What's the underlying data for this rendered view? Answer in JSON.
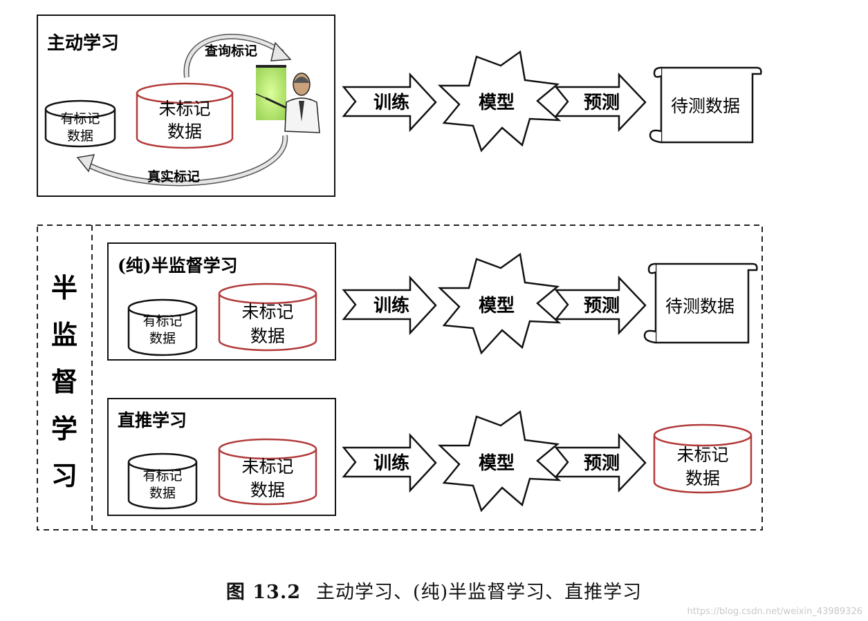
{
  "active": {
    "title": "主动学习",
    "query_label": "查询标记",
    "truth_label": "真实标记",
    "labeled": [
      "有标记",
      "数据"
    ],
    "unlabeled": [
      "未标记",
      "数据"
    ],
    "train": "训练",
    "model": "模型",
    "predict": "预测",
    "test": "待测数据"
  },
  "semi": {
    "group_title": [
      "半",
      "监",
      "督",
      "学",
      "习"
    ],
    "pure": {
      "title": "(纯)半监督学习",
      "labeled": [
        "有标记",
        "数据"
      ],
      "unlabeled": [
        "未标记",
        "数据"
      ],
      "train": "训练",
      "model": "模型",
      "predict": "预测",
      "test": "待测数据"
    },
    "transductive": {
      "title": "直推学习",
      "labeled": [
        "有标记",
        "数据"
      ],
      "unlabeled": [
        "未标记",
        "数据"
      ],
      "train": "训练",
      "model": "模型",
      "predict": "预测",
      "output": [
        "未标记",
        "数据"
      ]
    }
  },
  "caption": {
    "number": "图 13.2",
    "text": "主动学习、(纯)半监督学习、直推学习"
  },
  "watermark": "https://blog.csdn.net/weixin_43989326",
  "colors": {
    "ink": "#111111",
    "red": "#b23a3a",
    "gray_arrow": "#cfcfcf",
    "glow": "#a8e05a"
  }
}
